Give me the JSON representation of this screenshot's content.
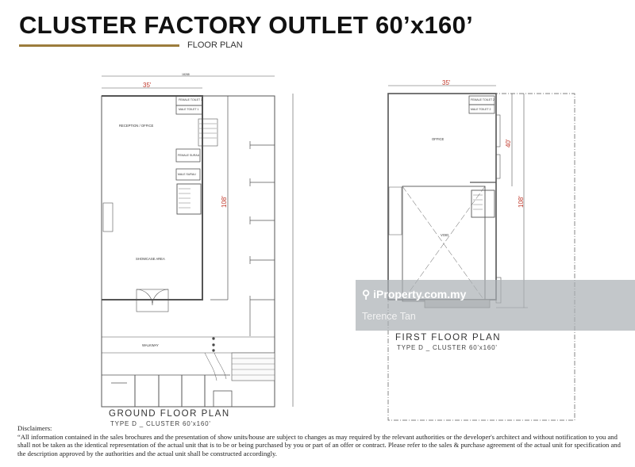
{
  "header": {
    "title": "CLUSTER FACTORY OUTLET 60’x160’",
    "subtitle": "FLOOR PLAN",
    "accent_color": "#9c7c3c"
  },
  "ground_floor": {
    "title": "GROUND FLOOR PLAN",
    "subtitle": "TYPE D _ CLUSTER 60'x160'",
    "dimensions": {
      "width": "35'",
      "depth": "108'",
      "overall_width_mm": "18288"
    },
    "rooms": {
      "reception": "RECEPTION / OFFICE",
      "female_toilet": "FEMALE TOILET 1",
      "male_toilet": "MALE TOILET 1",
      "female_surau": "FEMALE SURAU",
      "male_surau": "MALE SURAU",
      "showcase": "SHOWCASE AREA",
      "walkway": "WALKWAY"
    }
  },
  "first_floor": {
    "title": "FIRST FLOOR PLAN",
    "subtitle": "TYPE D _ CLUSTER 60'x160'",
    "dimensions": {
      "width": "35'",
      "office_depth": "40'",
      "depth": "108'"
    },
    "rooms": {
      "office": "OFFICE",
      "female_toilet": "FEMALE TOILET 2",
      "male_toilet": "MALE TOILET 2",
      "void": "VOID"
    }
  },
  "watermark": {
    "brand": "iProperty.com.my",
    "agent": "Terence  Tan",
    "icon": "location-pin-icon"
  },
  "disclaimer": {
    "heading": "Disclaimers:",
    "text": "“All information contained in the sales brochures and the presentation of show units/house are subject to changes as may required by the relevant authorities or the developer's architect and without notification to you and shall not be taken as the identical representation of the actual unit that is to be or being purchased by you or part of an offer or contract. Please refer to the sales & purchase agreement of the actual unit for specification and the description approved by the authorities and the actual unit shall be constructed accordingly."
  }
}
